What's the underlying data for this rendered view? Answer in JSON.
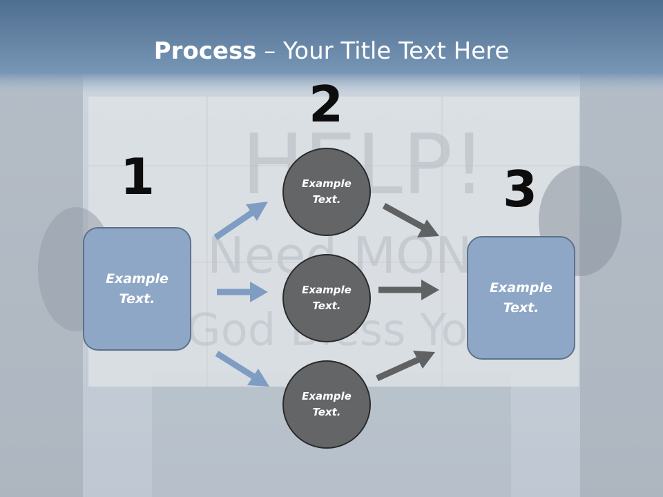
{
  "title": {
    "strong": "Process",
    "rest": " – Your Title Text Here"
  },
  "steps": {
    "one": "1",
    "two": "2",
    "three": "3"
  },
  "left_box": {
    "label": "Example Text."
  },
  "right_box": {
    "label": "Example Text."
  },
  "circles": [
    {
      "label": "Example Text."
    },
    {
      "label": "Example Text."
    },
    {
      "label": "Example Text."
    }
  ],
  "background_sign_text": [
    "HELP!",
    "Need MONEY",
    "God Bless You"
  ],
  "colors": {
    "header_band": "#6f8fb0",
    "box_fill": "#8ea7c6",
    "box_border": "#5d718b",
    "circle_fill": "#636566",
    "arrow_blue": "#7f9dc2",
    "arrow_gray": "#5f6163"
  }
}
